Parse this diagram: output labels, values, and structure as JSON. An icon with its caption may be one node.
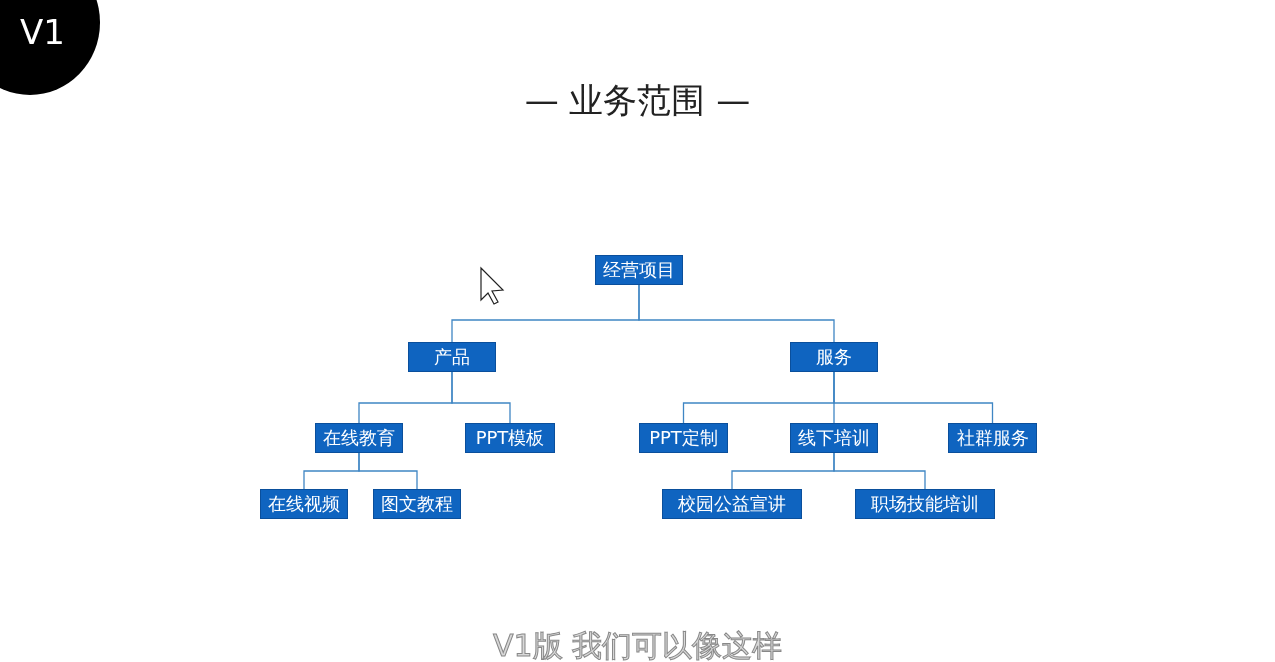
{
  "diagram": {
    "title": "— 业务范围 —",
    "nodes": [
      {
        "text": [
          "经营项目"
        ]
      },
      {
        "text": [
          "产品"
        ]
      },
      {
        "text": [
          "服务"
        ]
      },
      {
        "text": [
          "在线教育"
        ]
      },
      {
        "text": [
          "PPT模板"
        ]
      },
      {
        "text": [
          "PPT定制"
        ]
      },
      {
        "text": [
          "线下培训"
        ]
      },
      {
        "text": [
          "社群服务"
        ]
      },
      {
        "text": [
          "在线视频"
        ]
      },
      {
        "text": [
          "图文教程"
        ]
      },
      {
        "text": [
          "校园公益宣讲"
        ]
      },
      {
        "text": [
          "职场技能培训"
        ]
      }
    ],
    "edges": [
      {
        "from": 0,
        "to": 1,
        "arrow": "none"
      },
      {
        "from": 0,
        "to": 2,
        "arrow": "none"
      },
      {
        "from": 1,
        "to": 3,
        "arrow": "none"
      },
      {
        "from": 1,
        "to": 4,
        "arrow": "none"
      },
      {
        "from": 2,
        "to": 5,
        "arrow": "none"
      },
      {
        "from": 2,
        "to": 6,
        "arrow": "none"
      },
      {
        "from": 2,
        "to": 7,
        "arrow": "none"
      },
      {
        "from": 3,
        "to": 8,
        "arrow": "none"
      },
      {
        "from": 3,
        "to": 9,
        "arrow": "none"
      },
      {
        "from": 6,
        "to": 10,
        "arrow": "none"
      },
      {
        "from": 6,
        "to": 11,
        "arrow": "none"
      }
    ],
    "labels": [
      "V1",
      "V1版 我们可以像这样"
    ]
  }
}
